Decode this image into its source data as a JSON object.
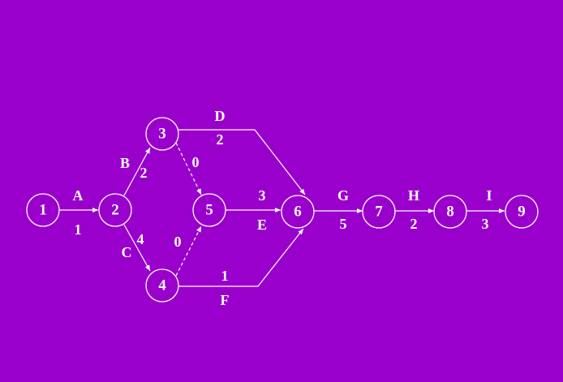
{
  "colors": {
    "background": "#9900CC",
    "foreground": "#ffffff"
  },
  "nodes": [
    {
      "id": "1",
      "label": "1"
    },
    {
      "id": "2",
      "label": "2"
    },
    {
      "id": "3",
      "label": "3"
    },
    {
      "id": "4",
      "label": "4"
    },
    {
      "id": "5",
      "label": "5"
    },
    {
      "id": "6",
      "label": "6"
    },
    {
      "id": "7",
      "label": "7"
    },
    {
      "id": "8",
      "label": "8"
    },
    {
      "id": "9",
      "label": "9"
    }
  ],
  "edges": [
    {
      "id": "A",
      "from": "1",
      "to": "2",
      "activity": "A",
      "duration": "1",
      "dummy": false
    },
    {
      "id": "B",
      "from": "2",
      "to": "3",
      "activity": "B",
      "duration": "2",
      "dummy": false
    },
    {
      "id": "C",
      "from": "2",
      "to": "4",
      "activity": "C",
      "duration": "4",
      "dummy": false
    },
    {
      "id": "D",
      "from": "3",
      "to": "6",
      "activity": "D",
      "duration": "2",
      "dummy": false
    },
    {
      "id": "d35",
      "from": "3",
      "to": "5",
      "activity": "",
      "duration": "0",
      "dummy": true
    },
    {
      "id": "d45",
      "from": "4",
      "to": "5",
      "activity": "",
      "duration": "0",
      "dummy": true
    },
    {
      "id": "E",
      "from": "5",
      "to": "6",
      "activity": "E",
      "duration": "3",
      "dummy": false
    },
    {
      "id": "F",
      "from": "4",
      "to": "6",
      "activity": "F",
      "duration": "1",
      "dummy": false
    },
    {
      "id": "G",
      "from": "6",
      "to": "7",
      "activity": "G",
      "duration": "5",
      "dummy": false
    },
    {
      "id": "H",
      "from": "7",
      "to": "8",
      "activity": "H",
      "duration": "2",
      "dummy": false
    },
    {
      "id": "I",
      "from": "8",
      "to": "9",
      "activity": "I",
      "duration": "3",
      "dummy": false
    }
  ]
}
